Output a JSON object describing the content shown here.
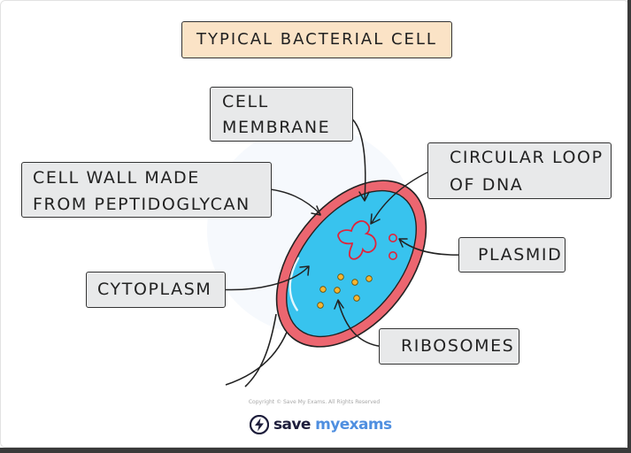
{
  "title": "TYPICAL BACTERIAL CELL",
  "labels": {
    "cell_membrane": [
      "CELL",
      "MEMBRANE"
    ],
    "circular_loop": [
      "CIRCULAR LOOP",
      "OF DNA"
    ],
    "cell_wall": [
      "CELL WALL MADE",
      "FROM PEPTIDOGLYCAN"
    ],
    "plasmid": "PLASMID",
    "cytoplasm": "CYTOPLASM",
    "ribosomes": "RIBOSOMES"
  },
  "footer": {
    "copyright": "Copyright © Save My Exams. All Rights Reserved",
    "brand_part1": "save",
    "brand_part2": "my",
    "brand_part3": "exams"
  },
  "colors": {
    "cell_wall": "#ec6670",
    "cytoplasm": "#38c3ee",
    "dna_loop": "#e0243a",
    "ribosome": "#f5b531",
    "title_bg": "#fbe3c6",
    "label_bg": "#e8e9ea",
    "brand_accent": "#4f8fe0"
  },
  "icons": [
    "lightning-logo-icon"
  ]
}
